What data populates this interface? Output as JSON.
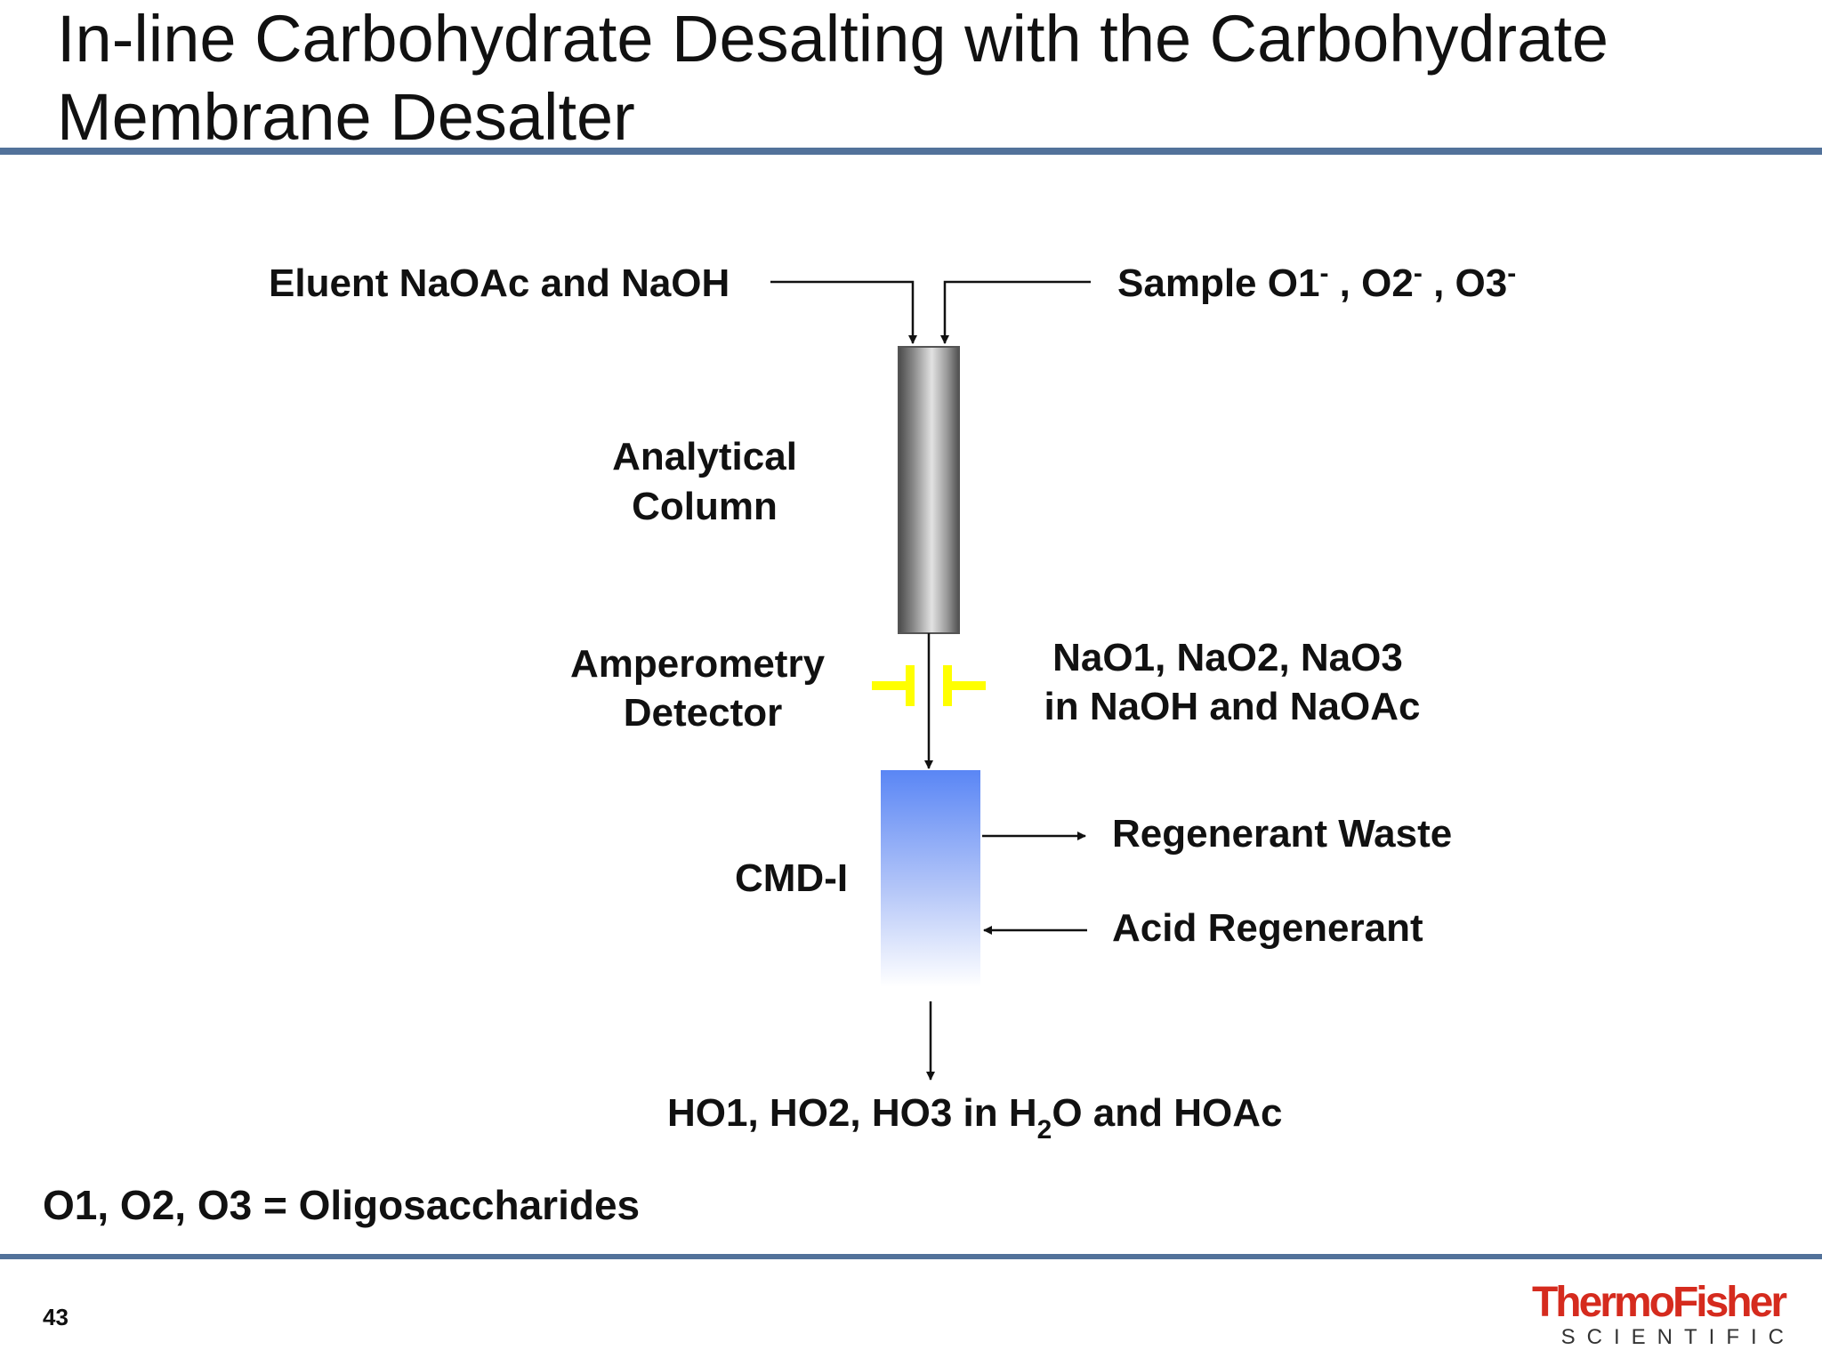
{
  "slide": {
    "title_line1": "In-line Carbohydrate Desalting with the Carbohydrate",
    "title_line2": "Membrane Desalter",
    "page_number": "43",
    "footnote": "O1, O2, O3 = Oligosaccharides"
  },
  "diagram": {
    "eluent_label": "Eluent NaOAc and NaOH",
    "sample_label": {
      "prefix": "Sample ",
      "o1": "O1",
      "sep1": " , ",
      "o2": "O2",
      "sep2": " , ",
      "o3": "O3",
      "charge": "-"
    },
    "analytical_column": [
      "Analytical",
      "Column"
    ],
    "amperometry_detector": [
      "Amperometry",
      "Detector"
    ],
    "detector_output": [
      "NaO1, NaO2, NaO3",
      "in NaOH and NaOAc"
    ],
    "cmd_label": "CMD-I",
    "regenerant_waste": "Regenerant Waste",
    "acid_regenerant": "Acid Regenerant",
    "output_label": {
      "part1": "HO1, HO2, HO3 in H",
      "subscript": "2",
      "part2": "O and HOAc"
    }
  },
  "colors": {
    "rule": "#52729a",
    "detector_electrode": "#ffff00",
    "cmd_top": "#5a86f5",
    "logo_red": "#d52b1e"
  },
  "logo": {
    "brand": "ThermoFisher",
    "sub": "SCIENTIFIC"
  }
}
